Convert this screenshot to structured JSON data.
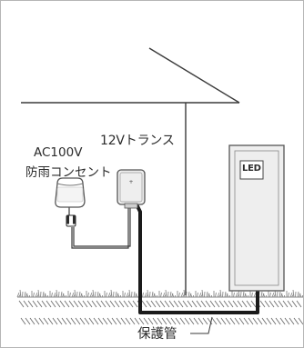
{
  "labels": {
    "transformer": "12Vトランス",
    "outlet_line1": "AC100V",
    "outlet_line2": "防雨コンセント",
    "led_badge": "LED",
    "protective_pipe": "保護管"
  },
  "colors": {
    "line": "#3a3a3a",
    "cable": "#1a1a1a",
    "device_fill": "#eeeeee",
    "device_stroke": "#555555",
    "grass": "#8a8a8a",
    "ground_hatch": "#6f6f6f"
  }
}
